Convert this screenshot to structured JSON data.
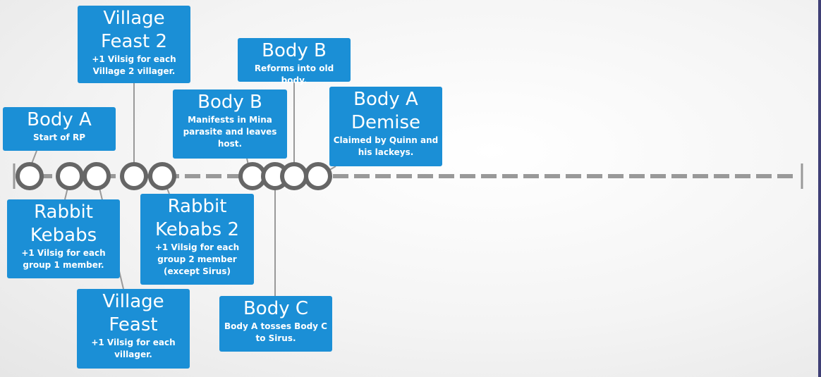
{
  "colors": {
    "box": "#1b8fd6",
    "line": "#999999",
    "circle_stroke": "#666666",
    "frame": "#3f3f75"
  },
  "events": [
    {
      "id": "body-a-start",
      "title": "Body A",
      "desc": "Start of RP"
    },
    {
      "id": "village-feast-2",
      "title": "Village Feast 2",
      "desc": "+1 Vilsig for each Village 2 villager."
    },
    {
      "id": "body-b-manifests",
      "title": "Body B",
      "desc": "Manifests in Mina parasite and leaves host."
    },
    {
      "id": "body-b-reforms",
      "title": "Body B",
      "desc": "Reforms into old body."
    },
    {
      "id": "body-a-demise",
      "title": "Body A Demise",
      "desc": "Claimed by Quinn and his lackeys."
    },
    {
      "id": "rabbit-kebabs",
      "title": "Rabbit Kebabs",
      "desc": "+1 Vilsig for each group 1 member."
    },
    {
      "id": "rabbit-kebabs-2",
      "title": "Rabbit Kebabs 2",
      "desc": "+1 Vilsig for each group 2 member (except Sirus)"
    },
    {
      "id": "village-feast",
      "title": "Village Feast",
      "desc": "+1 Vilsig for each villager."
    },
    {
      "id": "body-c",
      "title": "Body C",
      "desc": "Body A tosses Body C to Sirus."
    }
  ]
}
